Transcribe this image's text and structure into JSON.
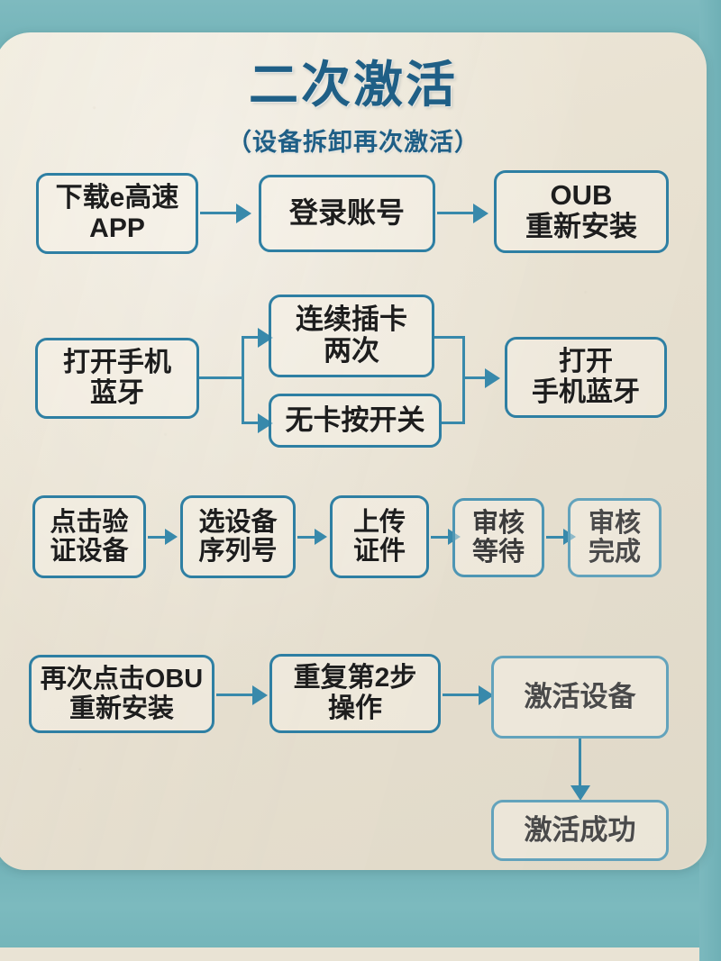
{
  "palette": {
    "backdrop_teal": "#76b6bb",
    "board_cream": "#eae3d3",
    "heading_blue": "#1f5f86",
    "box_border_blue": "#2e7fa3",
    "connector_blue": "#3889ab",
    "box_text": "#1d1d1d"
  },
  "header": {
    "title": "二次激活",
    "subtitle": "（设备拆卸再次激活）"
  },
  "flow": {
    "row1": [
      {
        "id": "download-app",
        "label": "下载e高速\nAPP"
      },
      {
        "id": "login-account",
        "label": "登录账号"
      },
      {
        "id": "obu-reinstall",
        "label": "OUB\n重新安装"
      }
    ],
    "row2": [
      {
        "id": "open-phone-bluetooth",
        "label": "打开手机\n蓝牙"
      },
      {
        "id": "insert-card-twice",
        "label": "连续插卡\n两次"
      },
      {
        "id": "no-card-press-switch",
        "label": "无卡按开关"
      },
      {
        "id": "open-phone-bluetooth-2",
        "label": "打开\n手机蓝牙"
      }
    ],
    "row3": [
      {
        "id": "click-verify-device",
        "label": "点击验\n证设备"
      },
      {
        "id": "select-serial-number",
        "label": "选设备\n序列号"
      },
      {
        "id": "upload-documents",
        "label": "上传\n证件"
      },
      {
        "id": "review-waiting",
        "label": "审核\n等待"
      },
      {
        "id": "review-complete",
        "label": "审核\n完成"
      }
    ],
    "row4": [
      {
        "id": "click-obu-reinstall-again",
        "label": "再次点击OBU\n重新安装"
      },
      {
        "id": "repeat-step-2",
        "label": "重复第2步\n操作"
      },
      {
        "id": "activate-device",
        "label": "激活设备"
      },
      {
        "id": "activation-success",
        "label": "激活成功"
      }
    ]
  }
}
